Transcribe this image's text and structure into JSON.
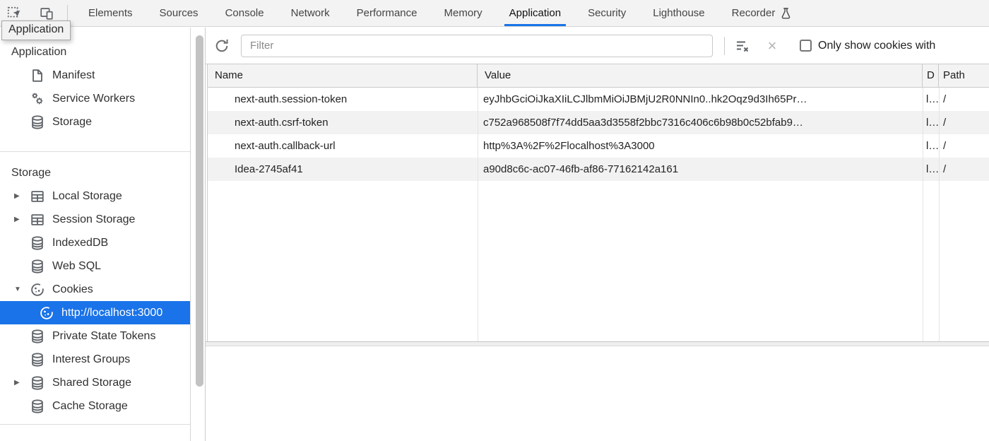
{
  "tooltip": {
    "text": "Application"
  },
  "tabbar": {
    "tabs": [
      "Elements",
      "Sources",
      "Console",
      "Network",
      "Performance",
      "Memory",
      "Application",
      "Security",
      "Lighthouse",
      "Recorder"
    ],
    "selected_tab": "Application"
  },
  "sidebar": {
    "sections": [
      {
        "title": "Application",
        "items": [
          {
            "label": "Manifest",
            "icon": "document-icon"
          },
          {
            "label": "Service Workers",
            "icon": "gears-icon"
          },
          {
            "label": "Storage",
            "icon": "database-icon"
          }
        ]
      },
      {
        "title": "Storage",
        "items": [
          {
            "label": "Local Storage",
            "icon": "grid-icon",
            "expander": "collapsed"
          },
          {
            "label": "Session Storage",
            "icon": "grid-icon",
            "expander": "collapsed"
          },
          {
            "label": "IndexedDB",
            "icon": "database-icon"
          },
          {
            "label": "Web SQL",
            "icon": "database-icon"
          },
          {
            "label": "Cookies",
            "icon": "cookie-icon",
            "expander": "expanded"
          },
          {
            "label": "http://localhost:3000",
            "icon": "cookie-icon",
            "selected": true
          },
          {
            "label": "Private State Tokens",
            "icon": "database-icon"
          },
          {
            "label": "Interest Groups",
            "icon": "database-icon"
          },
          {
            "label": "Shared Storage",
            "icon": "database-icon",
            "expander": "collapsed"
          },
          {
            "label": "Cache Storage",
            "icon": "database-icon"
          }
        ]
      }
    ]
  },
  "cookies_panel": {
    "filter": {
      "placeholder": "Filter",
      "value": ""
    },
    "checkbox_label": "Only show cookies with",
    "checkbox_checked": false,
    "table": {
      "columns": [
        "Name",
        "Value",
        "D",
        "Path"
      ],
      "rows": [
        {
          "name": "next-auth.session-token",
          "value": "eyJhbGciOiJkaXIiLCJlbmMiOiJBMjU2R0NNIn0..hk2Oqz9d3Ih65Pr…",
          "domain": "l…",
          "path": "/"
        },
        {
          "name": "next-auth.csrf-token",
          "value": "c752a968508f7f74dd5aa3d3558f2bbc7316c406c6b98b0c52bfab9…",
          "domain": "l…",
          "path": "/"
        },
        {
          "name": "next-auth.callback-url",
          "value": "http%3A%2F%2Flocalhost%3A3000",
          "domain": "l…",
          "path": "/"
        },
        {
          "name": "Idea-2745af41",
          "value": "a90d8c6c-ac07-46fb-af86-77162142a161",
          "domain": "l…",
          "path": "/"
        }
      ]
    }
  },
  "icons": {
    "clear_glyph": "×",
    "collapsed_arrow": "▶",
    "expanded_arrow": "▼"
  },
  "colors": {
    "accent": "#1a73e8",
    "selection_bg": "#1a73e8",
    "toolbar_bg": "#f3f3f3"
  }
}
